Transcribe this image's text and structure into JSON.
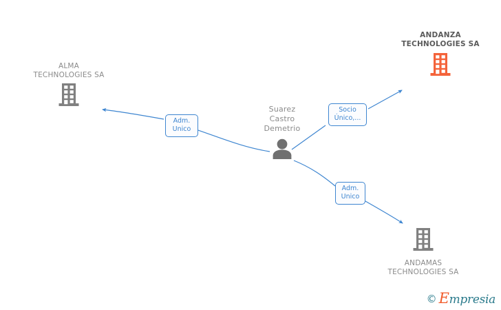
{
  "graph": {
    "type": "entity-relationship-graph",
    "title": "",
    "colors": {
      "edge": "#3d85d0",
      "label_border": "#3d85d0",
      "label_text": "#3d85d0",
      "company_icon_gray": "#808080",
      "company_icon_orange": "#f4633a",
      "person_icon": "#707070",
      "caption_gray": "#8a8a8a",
      "caption_highlight": "#5a5a5a",
      "watermark_teal": "#2b7b8c",
      "watermark_orange": "#f15a29",
      "background": "#ffffff"
    },
    "center_node": {
      "id": "person",
      "kind": "person",
      "icon": "person-icon",
      "name_lines": [
        "Suarez",
        "Castro",
        "Demetrio"
      ],
      "name": "Suarez Castro Demetrio"
    },
    "nodes": [
      {
        "id": "alma",
        "kind": "company",
        "icon": "building-icon",
        "icon_color": "#808080",
        "highlight": false,
        "caption_lines": [
          "ALMA",
          "TECHNOLOGIES SA"
        ],
        "name": "ALMA TECHNOLOGIES SA",
        "caption_position": "above"
      },
      {
        "id": "andanza",
        "kind": "company",
        "icon": "building-icon",
        "icon_color": "#f4633a",
        "highlight": true,
        "caption_lines": [
          "ANDANZA",
          "TECHNOLOGIES SA"
        ],
        "name": "ANDANZA TECHNOLOGIES SA",
        "caption_position": "above"
      },
      {
        "id": "andamas",
        "kind": "company",
        "icon": "building-icon",
        "icon_color": "#808080",
        "highlight": false,
        "caption_lines": [
          "ANDAMAS",
          "TECHNOLOGIES SA"
        ],
        "name": "ANDAMAS TECHNOLOGIES SA",
        "caption_position": "below"
      }
    ],
    "edges": [
      {
        "id": "edge-alma",
        "from": "person",
        "to": "alma",
        "direction": "to-company",
        "label_lines": [
          "Adm.",
          "Unico"
        ],
        "label": "Adm. Unico"
      },
      {
        "id": "edge-andanza",
        "from": "person",
        "to": "andanza",
        "direction": "to-company",
        "label_lines": [
          "Socio",
          "Único,..."
        ],
        "label": "Socio Único,..."
      },
      {
        "id": "edge-andamas",
        "from": "person",
        "to": "andamas",
        "direction": "to-company",
        "label_lines": [
          "Adm.",
          "Unico"
        ],
        "label": "Adm. Unico"
      }
    ]
  },
  "watermark": {
    "copyright_symbol": "©",
    "brand_initial": "E",
    "brand_rest": "mpresia",
    "brand": "Empresia"
  }
}
